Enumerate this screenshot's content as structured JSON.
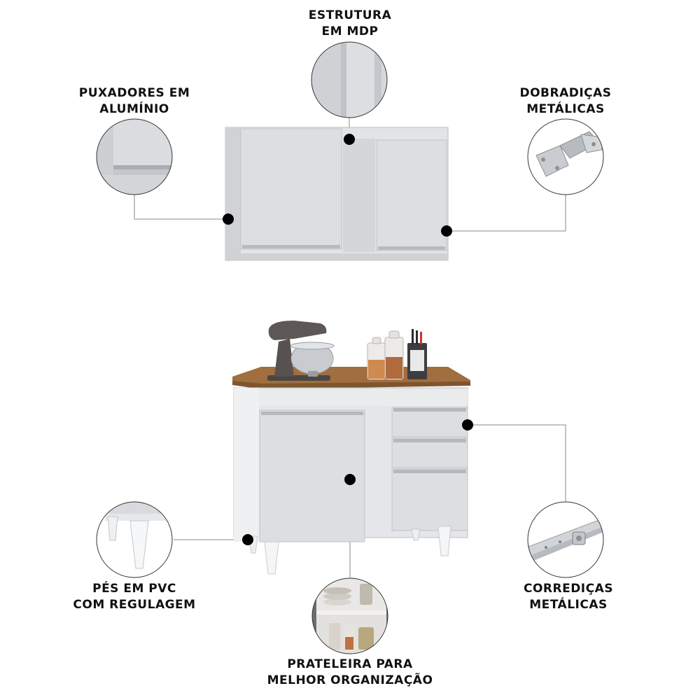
{
  "features": {
    "estrutura": {
      "lines": [
        "ESTRUTURA",
        "EM MDP"
      ],
      "icon": "mdp-panel-closeup-icon"
    },
    "puxadores": {
      "lines": [
        "PUXADORES EM",
        "ALUMÍNIO"
      ],
      "icon": "aluminum-handle-closeup-icon"
    },
    "dobradicas": {
      "lines": [
        "DOBRADIÇAS",
        "METÁLICAS"
      ],
      "icon": "metal-hinge-closeup-icon"
    },
    "pes": {
      "lines": [
        "PÉS EM PVC",
        "COM REGULAGEM"
      ],
      "icon": "pvc-feet-closeup-icon"
    },
    "corredicas": {
      "lines": [
        "CORREDIÇAS",
        "METÁLICAS"
      ],
      "icon": "metal-slide-closeup-icon"
    },
    "prateleira": {
      "lines": [
        "PRATELEIRA PARA",
        "MELHOR ORGANIZAÇÃO"
      ],
      "icon": "shelf-interior-closeup-icon"
    }
  },
  "colors": {
    "cabinet": "#dcdee1",
    "cabinet_shade": "#c8cacd",
    "countertop": "#9c6a3c",
    "callout_line": "#8a8a8a",
    "dot": "#000000",
    "text": "#111111"
  }
}
